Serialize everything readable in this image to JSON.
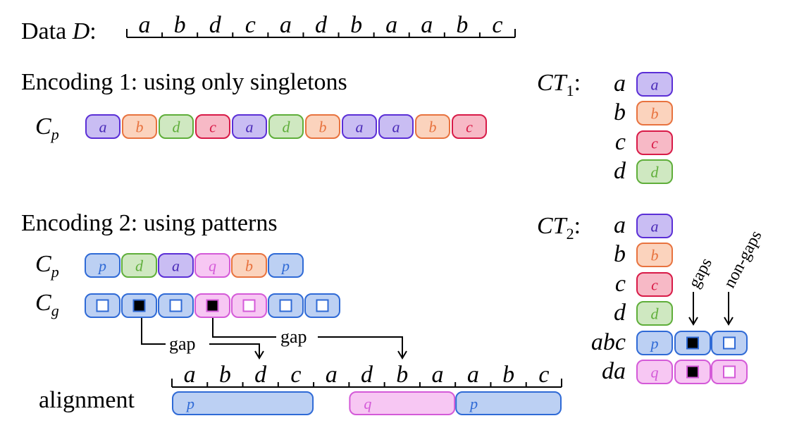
{
  "colors": {
    "a": {
      "fill": "#c9bdf3",
      "stroke": "#5b2fd6",
      "text": "#4a2bb8"
    },
    "b": {
      "fill": "#fbd3bd",
      "stroke": "#e8733f",
      "text": "#e8733f"
    },
    "c": {
      "fill": "#f7b9c6",
      "stroke": "#d81b48",
      "text": "#d81b48"
    },
    "d": {
      "fill": "#cfe8c1",
      "stroke": "#5fae3a",
      "text": "#5fae3a"
    },
    "p": {
      "fill": "#bcd0f3",
      "stroke": "#2f6ad6",
      "text": "#2f6ad6"
    },
    "q": {
      "fill": "#f7c7f3",
      "stroke": "#d45ad8",
      "text": "#d45ad8"
    }
  },
  "data_row": {
    "label_prefix": "Data ",
    "label_var": "D",
    "label_suffix": ":",
    "symbols": [
      "a",
      "b",
      "d",
      "c",
      "a",
      "d",
      "b",
      "a",
      "a",
      "b",
      "c"
    ]
  },
  "encoding1": {
    "title": "Encoding 1: using only singletons",
    "cp_label": "C",
    "cp_sub": "p",
    "cp_symbols": [
      "a",
      "b",
      "d",
      "c",
      "a",
      "d",
      "b",
      "a",
      "a",
      "b",
      "c"
    ]
  },
  "ct1": {
    "label": "CT",
    "sub": "1",
    "colon": ":",
    "rows": [
      {
        "key": "a",
        "code": "a"
      },
      {
        "key": "b",
        "code": "b"
      },
      {
        "key": "c",
        "code": "c"
      },
      {
        "key": "d",
        "code": "d"
      }
    ]
  },
  "encoding2": {
    "title": "Encoding 2: using patterns",
    "cp_label": "C",
    "cp_sub": "p",
    "cp_symbols": [
      "p",
      "d",
      "a",
      "q",
      "b",
      "p"
    ],
    "cg_label": "C",
    "cg_sub": "g",
    "cg_cells": [
      {
        "color": "p",
        "filled": false
      },
      {
        "color": "p",
        "filled": true
      },
      {
        "color": "p",
        "filled": false
      },
      {
        "color": "q",
        "filled": true
      },
      {
        "color": "q",
        "filled": false
      },
      {
        "color": "p",
        "filled": false
      },
      {
        "color": "p",
        "filled": false
      }
    ],
    "gap_label_1": "gap",
    "gap_label_2": "gap"
  },
  "alignment": {
    "label": "alignment",
    "symbols": [
      "a",
      "b",
      "d",
      "c",
      "a",
      "d",
      "b",
      "a",
      "a",
      "b",
      "c"
    ],
    "bars": [
      {
        "code": "p",
        "from": 0,
        "to": 3
      },
      {
        "code": "q",
        "from": 5,
        "to": 7
      },
      {
        "code": "p",
        "from": 8,
        "to": 10
      }
    ]
  },
  "ct2": {
    "label": "CT",
    "sub": "2",
    "colon": ":",
    "header_gaps": "gaps",
    "header_nongaps": "non-gaps",
    "singletons": [
      {
        "key": "a",
        "code": "a"
      },
      {
        "key": "b",
        "code": "b"
      },
      {
        "key": "c",
        "code": "c"
      },
      {
        "key": "d",
        "code": "d"
      }
    ],
    "patterns": [
      {
        "key": "abc",
        "code": "p"
      },
      {
        "key": "da",
        "code": "q"
      }
    ]
  }
}
